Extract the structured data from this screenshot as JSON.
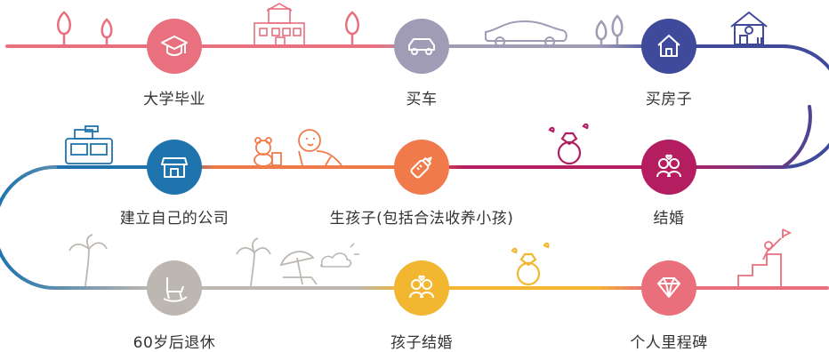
{
  "milestones": [
    {
      "label": "大学毕业",
      "icon": "graduation-cap-icon",
      "color": "#e8707f"
    },
    {
      "label": "买车",
      "icon": "car-icon",
      "color": "#a19cb5"
    },
    {
      "label": "买房子",
      "icon": "house-icon",
      "color": "#3f4a9a"
    },
    {
      "label": "结婚",
      "icon": "couple-icon",
      "color": "#b41d5f"
    },
    {
      "label": "生孩子(包括合法收养小孩)",
      "icon": "baby-bottle-icon",
      "color": "#f07a4a"
    },
    {
      "label": "建立自己的公司",
      "icon": "shop-icon",
      "color": "#1f74ad"
    },
    {
      "label": "60岁后退休",
      "icon": "rocking-chair-icon",
      "color": "#bdb7b1"
    },
    {
      "label": "孩子结婚",
      "icon": "couple-icon",
      "color": "#f2b630"
    },
    {
      "label": "个人里程碑",
      "icon": "diamond-icon",
      "color": "#e86f7b"
    }
  ],
  "colors": {
    "row1_start": "#e8707f",
    "row1_mid": "#a19cb5",
    "row1_end": "#3f4a9a",
    "row2_right": "#b41d5f",
    "row2_mid": "#f07a4a",
    "row2_left": "#1f74ad",
    "row3_left": "#bdb7b1",
    "row3_mid": "#f2b630",
    "row3_end": "#e86f7b",
    "icon_line": "#c9c4d6",
    "text": "#333333"
  }
}
